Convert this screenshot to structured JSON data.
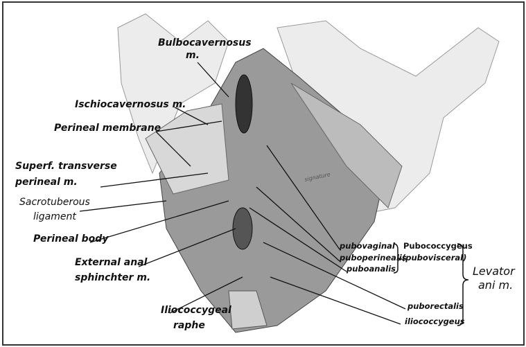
{
  "figure": {
    "labels": {
      "bulbocavernosus_1": "Bulbocavernosus",
      "bulbocavernosus_2": "m.",
      "ischiocavernosus": "Ischiocavernosus m.",
      "perineal_membrane": "Perineal membrane",
      "superf_1": "Superf. transverse",
      "superf_2": "perineal m.",
      "sacrotuberous_1": "Sacrotuberous",
      "sacrotuberous_2": "ligament",
      "perineal_body": "Perineal body",
      "external_anal_1": "External anal",
      "external_anal_2": "sphinchter m.",
      "iliococcygeal_raphe_1": "Iliococcygeal",
      "iliococcygeal_raphe_2": "raphe",
      "pubovaginal": "pubovaginal",
      "puboperinealis": "puboperinealis",
      "puboanalis": "puboanalis",
      "pubococcygeus_1": "Pubococcygeus",
      "pubococcygeus_2": "(pubovisceral)",
      "levator_1": "Levator",
      "levator_2": "ani m.",
      "puborectalis": "puborectalis",
      "iliococcygeus": "iliococcygeus"
    },
    "colors": {
      "ink": "#111111",
      "muscle": "#8a8a8a",
      "bone": "#e6e6e6"
    }
  }
}
